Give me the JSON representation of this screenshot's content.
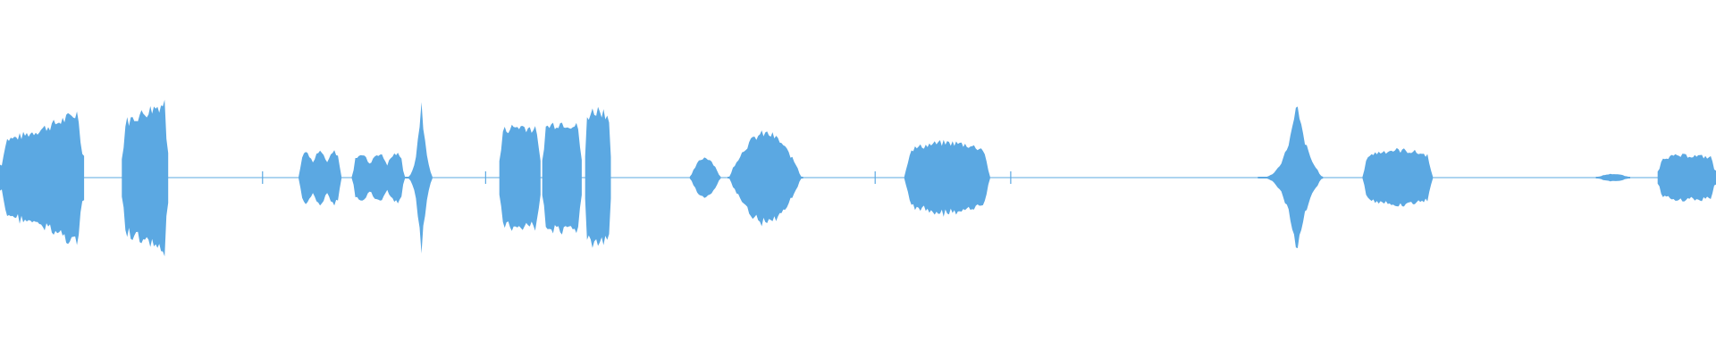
{
  "waveform": {
    "color": "#5ba8e2",
    "background": "#ffffff",
    "segments": [
      {
        "start": 0.0,
        "end": 0.049,
        "shape": "ramp-up",
        "amp": 0.74
      },
      {
        "start": 0.071,
        "end": 0.098,
        "shape": "flat-rise",
        "amp": 0.84
      },
      {
        "start": 0.174,
        "end": 0.199,
        "shape": "bumps",
        "amp": 0.28
      },
      {
        "start": 0.205,
        "end": 0.236,
        "shape": "bumps",
        "amp": 0.26
      },
      {
        "start": 0.236,
        "end": 0.252,
        "shape": "spike",
        "amp": 0.82
      },
      {
        "start": 0.291,
        "end": 0.315,
        "shape": "flat",
        "amp": 0.56
      },
      {
        "start": 0.316,
        "end": 0.339,
        "shape": "flat",
        "amp": 0.6
      },
      {
        "start": 0.341,
        "end": 0.356,
        "shape": "flat",
        "amp": 0.74
      },
      {
        "start": 0.402,
        "end": 0.42,
        "shape": "bump",
        "amp": 0.22
      },
      {
        "start": 0.424,
        "end": 0.468,
        "shape": "dome",
        "amp": 0.48
      },
      {
        "start": 0.527,
        "end": 0.577,
        "shape": "flat-dome",
        "amp": 0.38
      },
      {
        "start": 0.733,
        "end": 0.771,
        "shape": "spike",
        "amp": 0.78
      },
      {
        "start": 0.794,
        "end": 0.835,
        "shape": "flat-dome",
        "amp": 0.3
      },
      {
        "start": 0.93,
        "end": 0.95,
        "shape": "tiny",
        "amp": 0.04
      },
      {
        "start": 0.966,
        "end": 1.0,
        "shape": "flat",
        "amp": 0.24
      }
    ],
    "ticks": [
      0.153,
      0.283,
      0.51,
      0.589
    ]
  }
}
